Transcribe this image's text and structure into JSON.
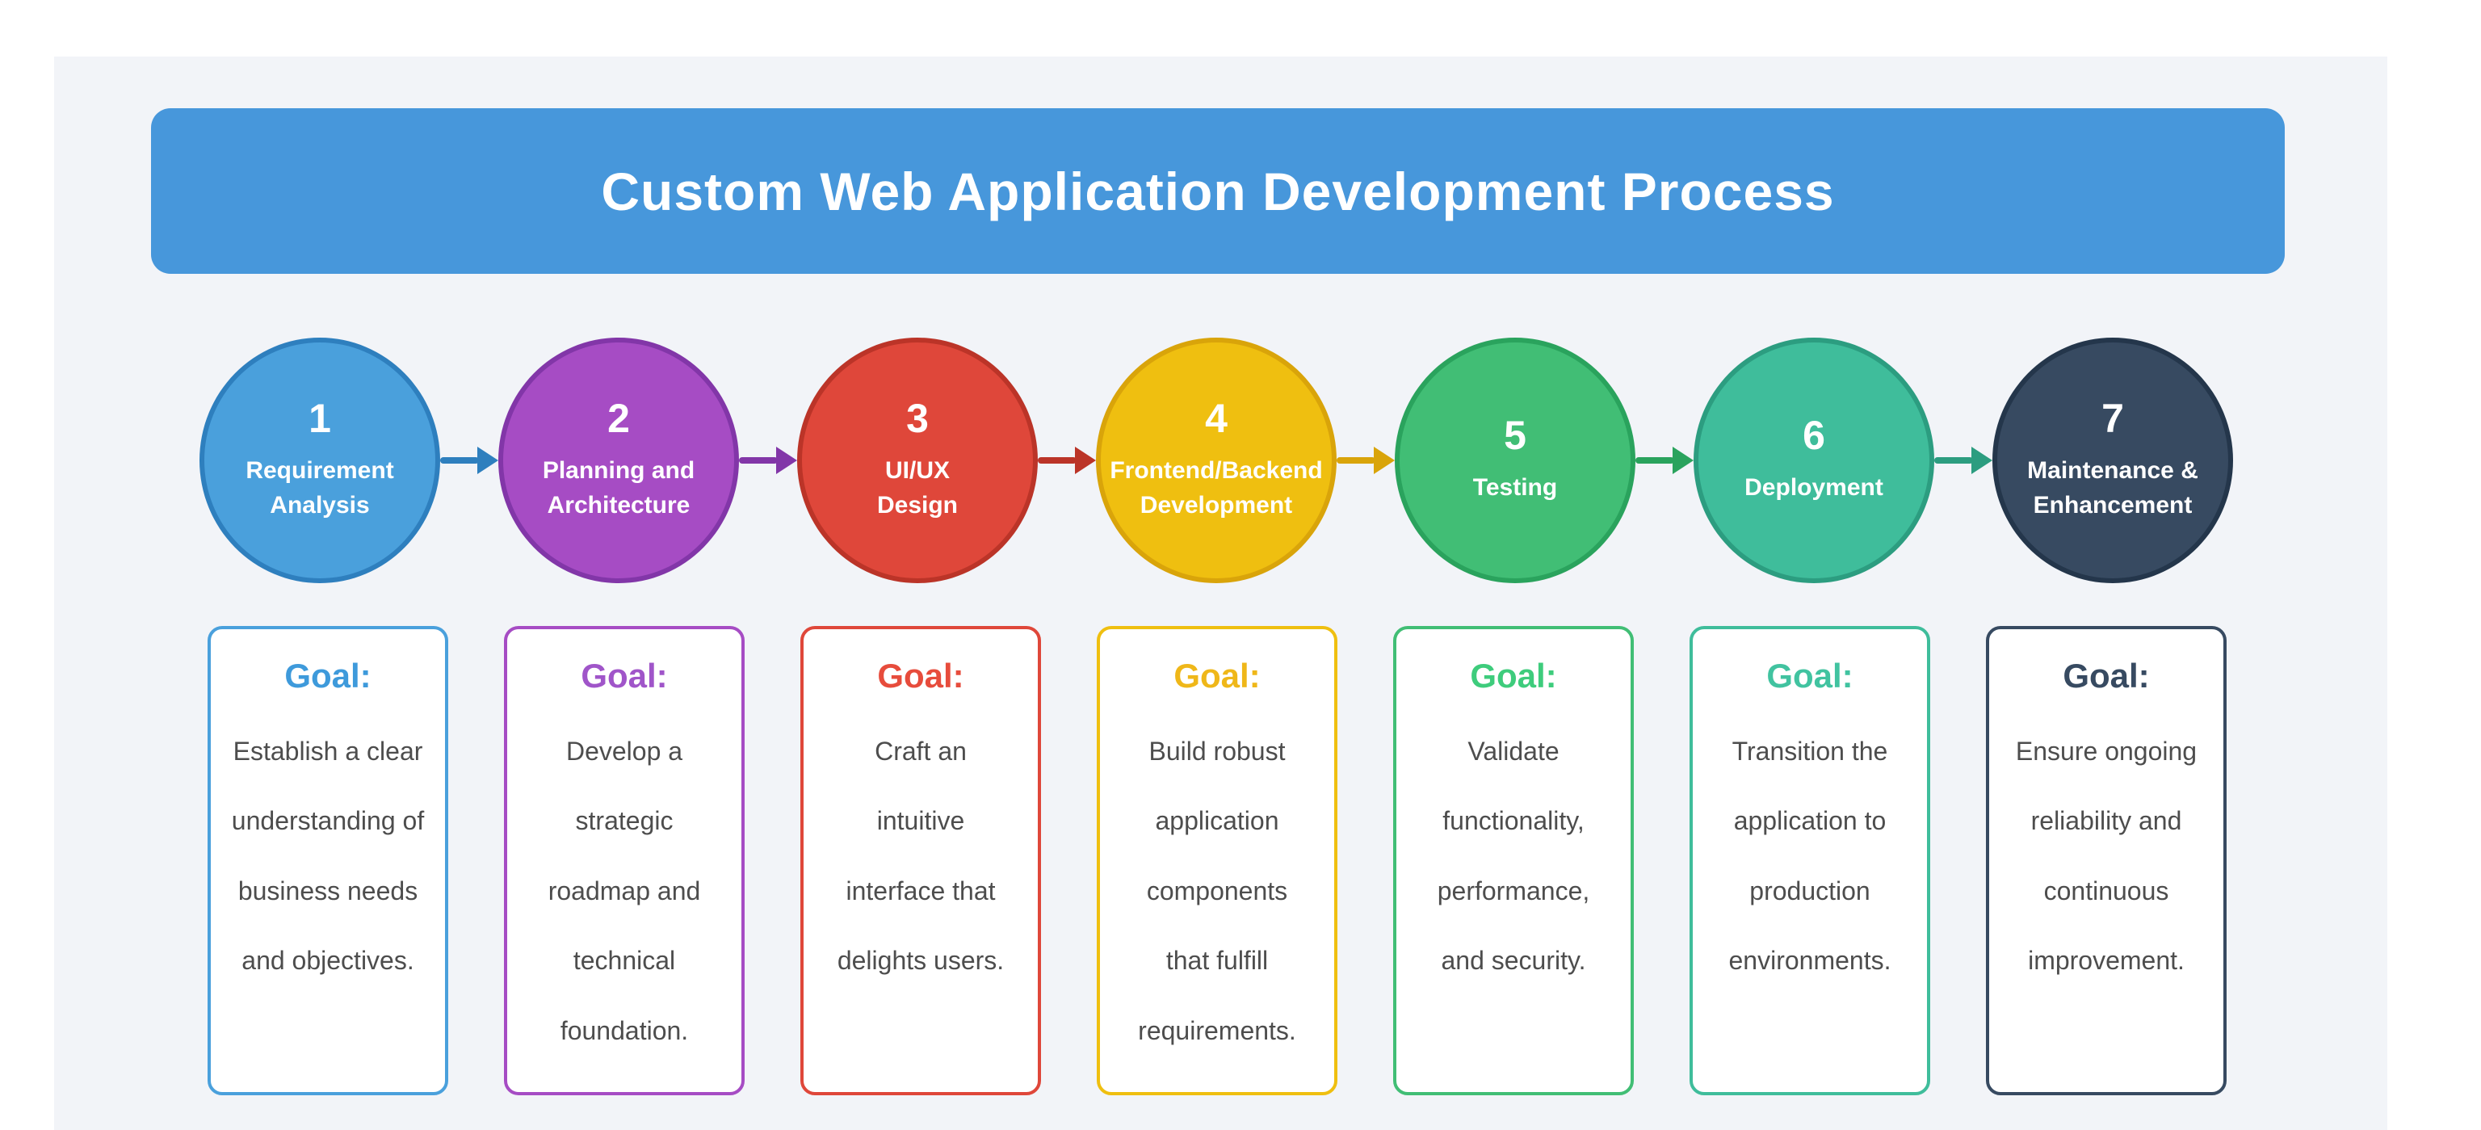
{
  "title": "Custom Web Application Development Process",
  "colors": {
    "page_bg": "#FFFFFF",
    "panel_bg": "#F2F4F8",
    "title_bar_bg": "#4797DB",
    "title_text": "#FFFFFF",
    "body_text": "#4D4D4D",
    "card_bg": "#FFFFFF"
  },
  "steps": [
    {
      "number": "1",
      "label": "Requirement\nAnalysis",
      "goal_heading": "Goal:",
      "goal_text": "Establish a clear\nunderstanding of\nbusiness needs\nand objectives.",
      "fill": "#4AA0DC",
      "dark": "#2E7FBE",
      "accent": "#3E9ADB"
    },
    {
      "number": "2",
      "label": "Planning and\nArchitecture",
      "goal_heading": "Goal:",
      "goal_text": "Develop a\nstrategic\nroadmap and\ntechnical\nfoundation.",
      "fill": "#A64CC4",
      "dark": "#8236A8",
      "accent": "#A055C9"
    },
    {
      "number": "3",
      "label": "UI/UX\nDesign",
      "goal_heading": "Goal:",
      "goal_text": "Craft an\nintuitive\ninterface that\ndelights users.",
      "fill": "#DF473A",
      "dark": "#BB3428",
      "accent": "#E74C3C"
    },
    {
      "number": "4",
      "label": "Frontend/Backend\nDevelopment",
      "goal_heading": "Goal:",
      "goal_text": "Build robust\napplication\ncomponents\nthat fulfill\nrequirements.",
      "fill": "#EFBF10",
      "dark": "#D9A40A",
      "accent": "#EFB719"
    },
    {
      "number": "5",
      "label": "Testing",
      "goal_heading": "Goal:",
      "goal_text": "Validate\nfunctionality,\nperformance,\nand security.",
      "fill": "#41BE75",
      "dark": "#2AA35D",
      "accent": "#3ECC7C"
    },
    {
      "number": "6",
      "label": "Deployment",
      "goal_heading": "Goal:",
      "goal_text": "Transition the\napplication to\nproduction\nenvironments.",
      "fill": "#3FBD9B",
      "dark": "#2C9D80",
      "accent": "#41C3A0"
    },
    {
      "number": "7",
      "label": "Maintenance &\nEnhancement",
      "goal_heading": "Goal:",
      "goal_text": "Ensure ongoing\nreliability and\ncontinuous\nimprovement.",
      "fill": "#374A61",
      "dark": "#24364B",
      "accent": "#374A61"
    }
  ]
}
